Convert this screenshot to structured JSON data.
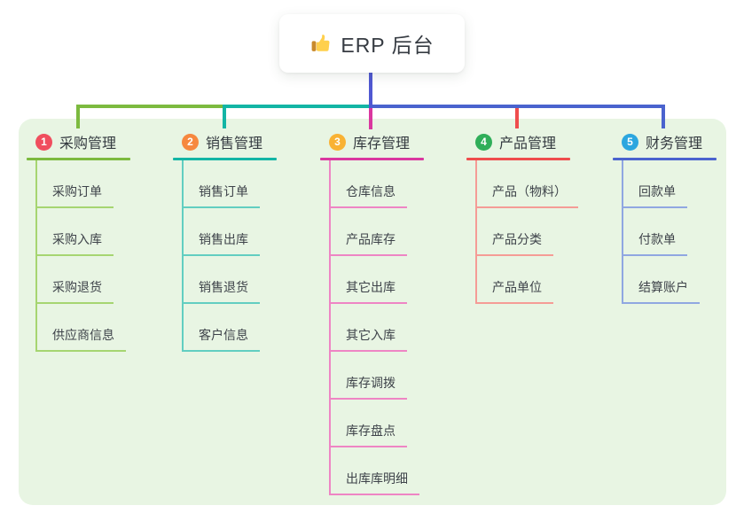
{
  "root": {
    "label": "ERP 后台",
    "icon": "thumbs-up-icon"
  },
  "canvas": {
    "background": "#ffffff",
    "panel_color": "#e8f5e3",
    "root_drop_color": "#5058d2"
  },
  "branches": [
    {
      "index": "1",
      "label": "采购管理",
      "badge_color": "#f04e5e",
      "line_color": "#7cba3f",
      "child_line_color": "#a6d571",
      "children": [
        "采购订单",
        "采购入库",
        "采购退货",
        "供应商信息"
      ]
    },
    {
      "index": "2",
      "label": "销售管理",
      "badge_color": "#f6883f",
      "line_color": "#13b5a5",
      "child_line_color": "#62cec1",
      "children": [
        "销售订单",
        "销售出库",
        "销售退货",
        "客户信息"
      ]
    },
    {
      "index": "3",
      "label": "库存管理",
      "badge_color": "#f9b234",
      "line_color": "#da379f",
      "child_line_color": "#ee85c4",
      "children": [
        "仓库信息",
        "产品库存",
        "其它出库",
        "其它入库",
        "库存调拨",
        "库存盘点",
        "出库库明细"
      ]
    },
    {
      "index": "4",
      "label": "产品管理",
      "badge_color": "#2fae59",
      "line_color": "#ef4d4d",
      "child_line_color": "#f59c96",
      "children": [
        "产品（物料）",
        "产品分类",
        "产品单位"
      ]
    },
    {
      "index": "5",
      "label": "财务管理",
      "badge_color": "#2ba6df",
      "line_color": "#4a63ce",
      "child_line_color": "#90a7e1",
      "children": [
        "回款单",
        "付款单",
        "结算账户"
      ]
    }
  ]
}
